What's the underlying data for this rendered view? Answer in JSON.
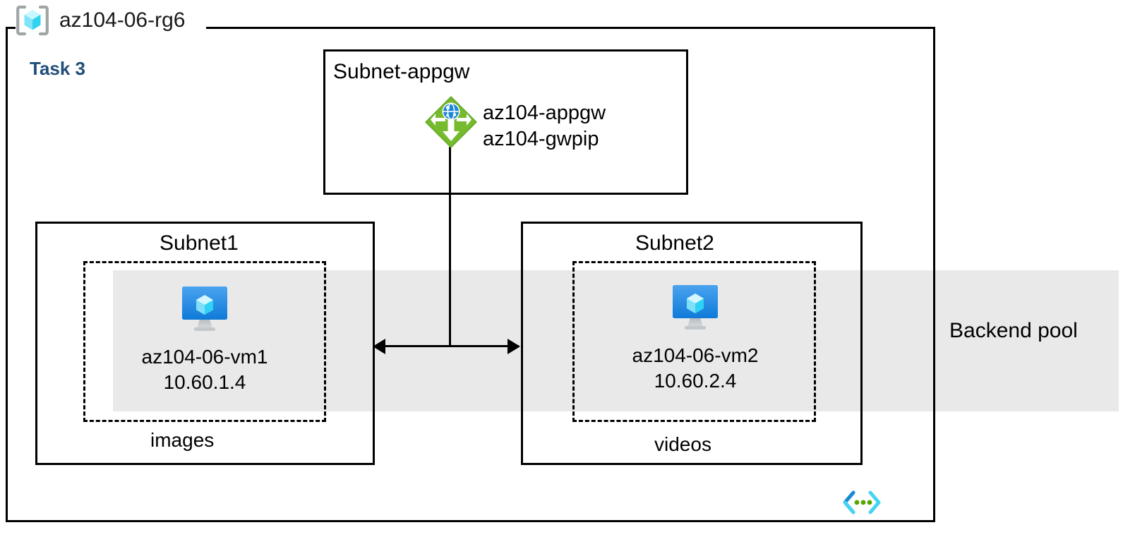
{
  "resource_group": {
    "name": "az104-06-rg6",
    "icon": "resource-group-icon",
    "task_label": "Task 3",
    "task_color": "#1f4e79",
    "border_color": "#000000",
    "footer_icon": "code-brackets-icon"
  },
  "backend_pool": {
    "label": "Backend pool",
    "band_color": "#e9e9e9"
  },
  "subnets": [
    {
      "id": "subnet-appgw",
      "title": "Subnet-appgw",
      "footer": "",
      "resources": [
        {
          "icon": "application-gateway-icon",
          "icon_color": "#6aae2b",
          "lines": [
            "az104-appgw",
            "az104-gwpip"
          ]
        }
      ]
    },
    {
      "id": "subnet1",
      "title": "Subnet1",
      "footer": "images",
      "vm": {
        "icon": "virtual-machine-icon",
        "name": "az104-06-vm1",
        "ip": "10.60.1.4"
      }
    },
    {
      "id": "subnet2",
      "title": "Subnet2",
      "footer": "videos",
      "vm": {
        "icon": "virtual-machine-icon",
        "name": "az104-06-vm2",
        "ip": "10.60.2.4"
      }
    }
  ],
  "colors": {
    "azure_blue": "#0078d4",
    "cube_cyan": "#50e6ff",
    "gateway_green": "#6aae2b",
    "globe_blue": "#0f7dd4",
    "bracket_gray": "#a0a5a8",
    "band_gray": "#e9e9e9"
  }
}
